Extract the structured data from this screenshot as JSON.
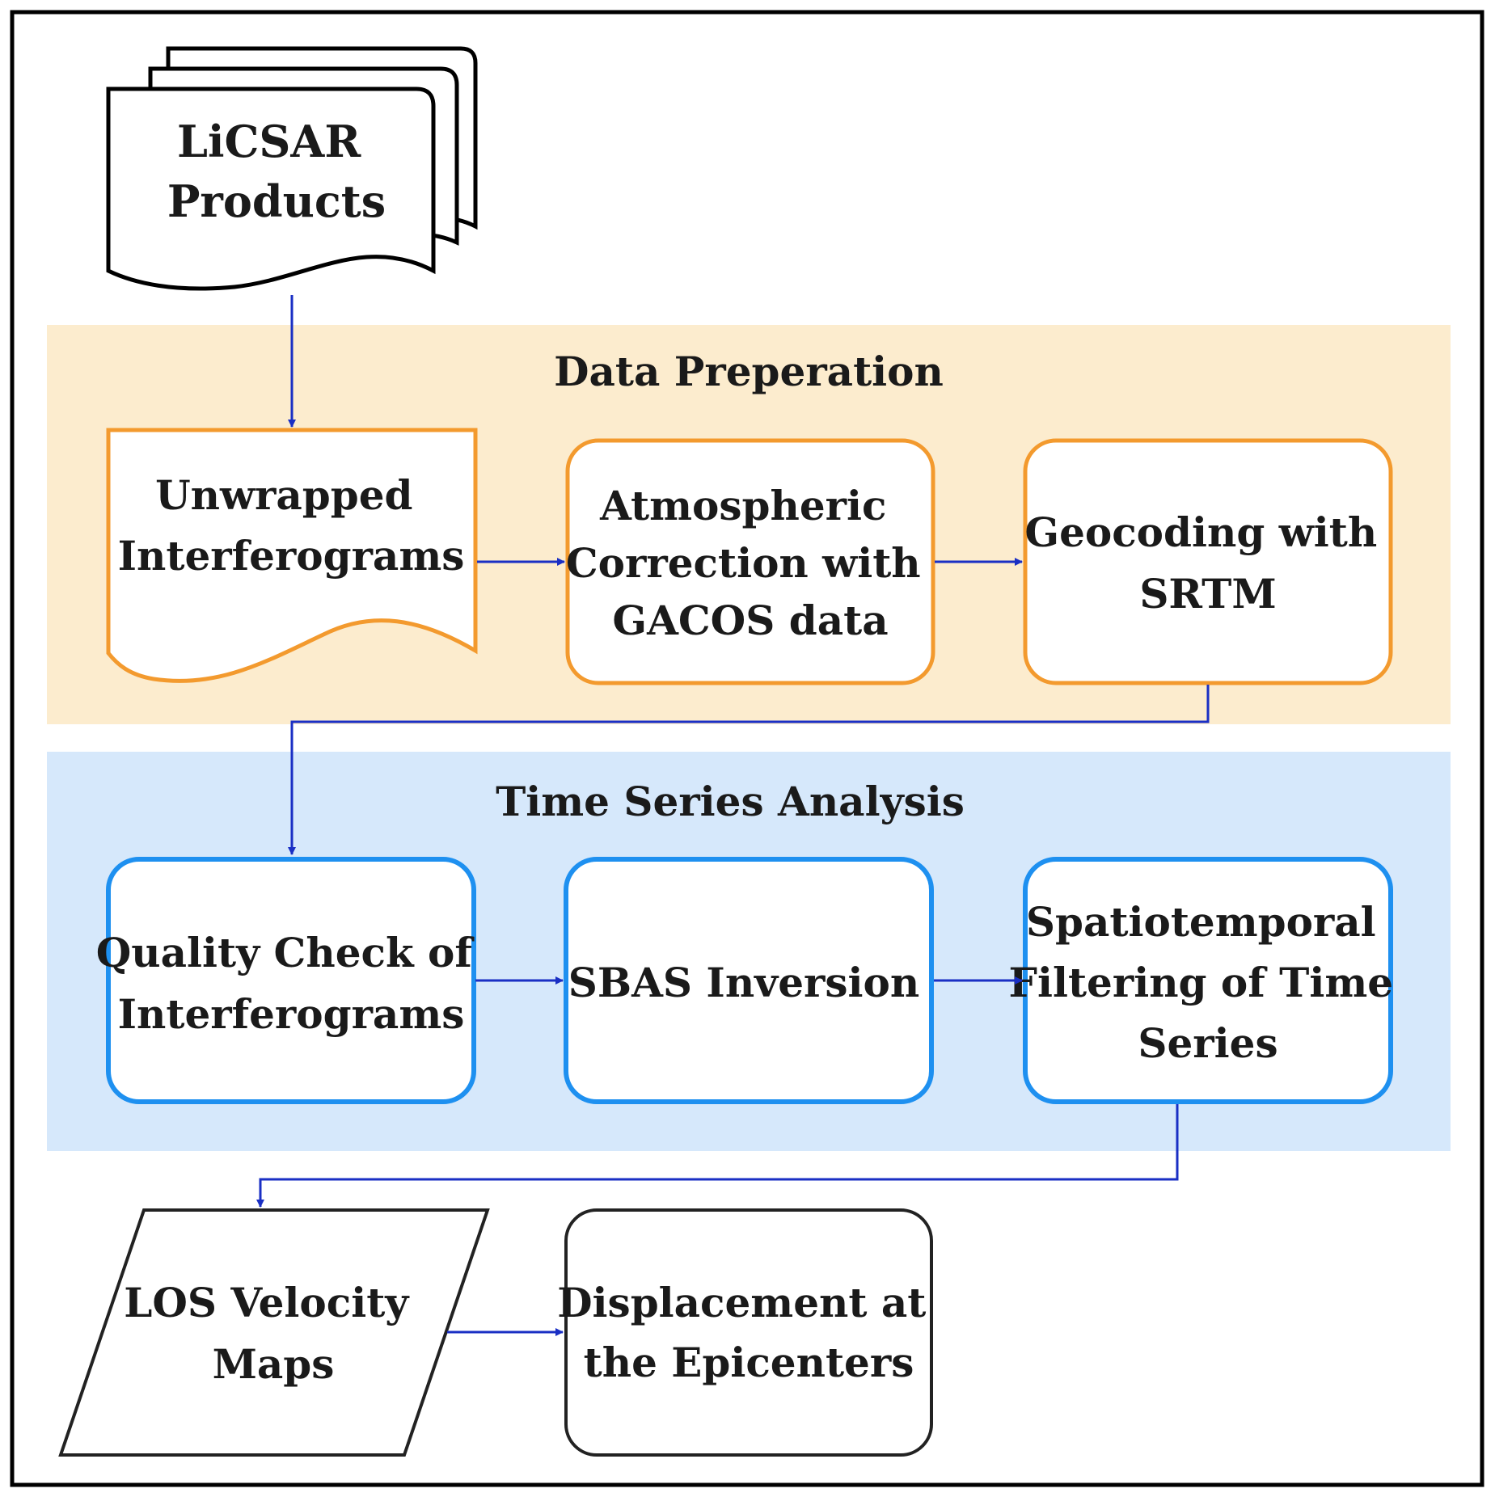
{
  "colors": {
    "frame": "#000000",
    "arrow": "#1a2fc4",
    "data_prep_band": "#fcecce",
    "data_prep_border": "#f39a2e",
    "time_series_band": "#d6e8fb",
    "time_series_border": "#1e90f0",
    "output_border": "#222222"
  },
  "sections": {
    "data_preparation": {
      "title": "Data Preperation"
    },
    "time_series_analysis": {
      "title": "Time Series Analysis"
    }
  },
  "nodes": {
    "licsar_products": {
      "lines": [
        "LiCSAR",
        "Products"
      ],
      "shape": "multi-document"
    },
    "unwrapped_interferograms": {
      "lines": [
        "Unwrapped",
        "Interferograms"
      ],
      "shape": "document"
    },
    "atmospheric_correction": {
      "lines": [
        "Atmospheric",
        "Correction with",
        "GACOS data"
      ],
      "shape": "rounded-rect"
    },
    "geocoding": {
      "lines": [
        "Geocoding with",
        "SRTM"
      ],
      "shape": "rounded-rect"
    },
    "quality_check": {
      "lines": [
        "Quality Check of",
        "Interferograms"
      ],
      "shape": "rounded-rect"
    },
    "sbas_inversion": {
      "lines": [
        "SBAS Inversion"
      ],
      "shape": "rounded-rect"
    },
    "spatiotemporal_filtering": {
      "lines": [
        "Spatiotemporal",
        "Filtering of Time",
        "Series"
      ],
      "shape": "rounded-rect"
    },
    "los_velocity_maps": {
      "lines": [
        "LOS Velocity",
        "Maps"
      ],
      "shape": "parallelogram"
    },
    "displacement_epicenters": {
      "lines": [
        "Displacement at",
        "the Epicenters"
      ],
      "shape": "rounded-rect"
    }
  },
  "edges": [
    {
      "from": "licsar_products",
      "to": "unwrapped_interferograms"
    },
    {
      "from": "unwrapped_interferograms",
      "to": "atmospheric_correction"
    },
    {
      "from": "atmospheric_correction",
      "to": "geocoding"
    },
    {
      "from": "geocoding",
      "to": "quality_check"
    },
    {
      "from": "quality_check",
      "to": "sbas_inversion"
    },
    {
      "from": "sbas_inversion",
      "to": "spatiotemporal_filtering"
    },
    {
      "from": "spatiotemporal_filtering",
      "to": "los_velocity_maps"
    },
    {
      "from": "los_velocity_maps",
      "to": "displacement_epicenters"
    }
  ]
}
